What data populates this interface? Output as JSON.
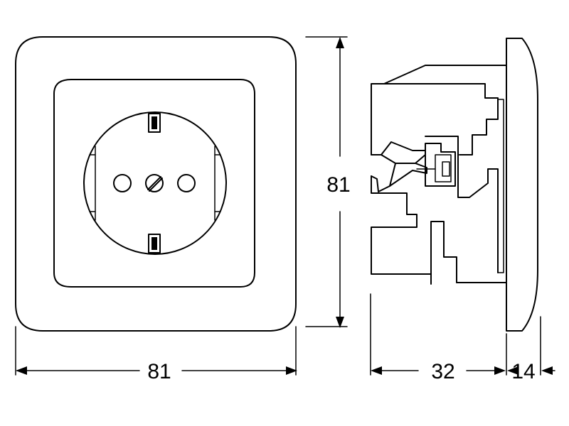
{
  "dimensions": {
    "front_width": "81",
    "front_height": "81",
    "side_depth": "32",
    "frame_depth": "14"
  }
}
